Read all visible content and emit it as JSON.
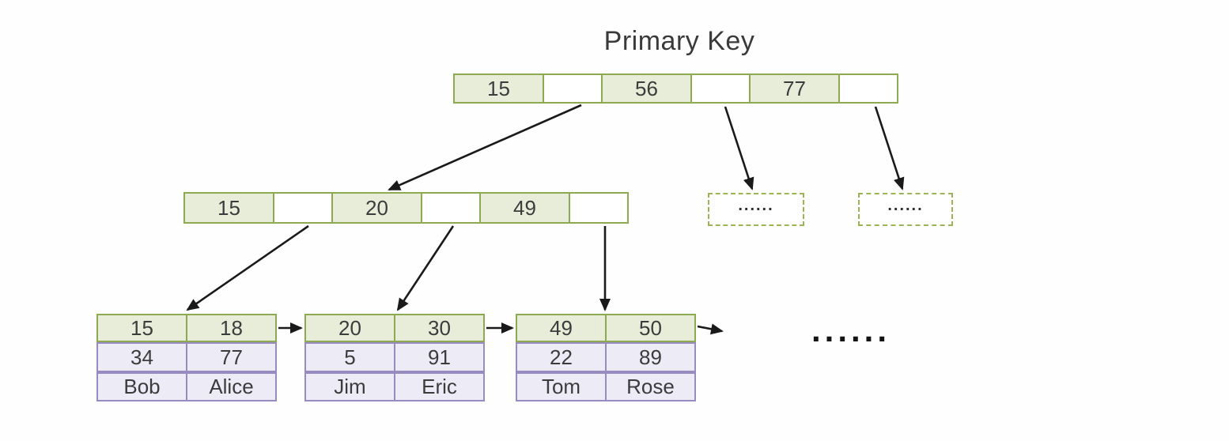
{
  "title": "Primary Key",
  "colors": {
    "index_border": "#8caa4f",
    "index_fill": "#e7edd9",
    "record_border": "#988bc1",
    "record_fill": "#edebf6",
    "placeholder_border": "#9cb554",
    "arrow": "#1a1a1a",
    "text": "#3c3c3c"
  },
  "tree": {
    "root": {
      "cells": [
        "15",
        "",
        "56",
        "",
        "77",
        ""
      ]
    },
    "internal": {
      "cells": [
        "15",
        "",
        "20",
        "",
        "49",
        ""
      ]
    },
    "placeholders": [
      {
        "label": "......"
      },
      {
        "label": "......"
      }
    ],
    "leaves": [
      {
        "rows": [
          [
            "15",
            "18"
          ],
          [
            "34",
            "77"
          ],
          [
            "Bob",
            "Alice"
          ]
        ]
      },
      {
        "rows": [
          [
            "20",
            "30"
          ],
          [
            "5",
            "91"
          ],
          [
            "Jim",
            "Eric"
          ]
        ]
      },
      {
        "rows": [
          [
            "49",
            "50"
          ],
          [
            "22",
            "89"
          ],
          [
            "Tom",
            "Rose"
          ]
        ]
      }
    ],
    "leaf_ellipsis": "......"
  },
  "edges": [
    {
      "from": "root-pointer-1",
      "to": "internal-node"
    },
    {
      "from": "root-pointer-2",
      "to": "placeholder-node-1"
    },
    {
      "from": "root-pointer-3",
      "to": "placeholder-node-2"
    },
    {
      "from": "internal-pointer-1",
      "to": "leaf-node-1"
    },
    {
      "from": "internal-pointer-2",
      "to": "leaf-node-2"
    },
    {
      "from": "internal-pointer-3",
      "to": "leaf-node-3"
    },
    {
      "from": "leaf-node-1",
      "to": "leaf-node-2"
    },
    {
      "from": "leaf-node-2",
      "to": "leaf-node-3"
    },
    {
      "from": "leaf-node-3",
      "to": "next-leaf"
    }
  ]
}
